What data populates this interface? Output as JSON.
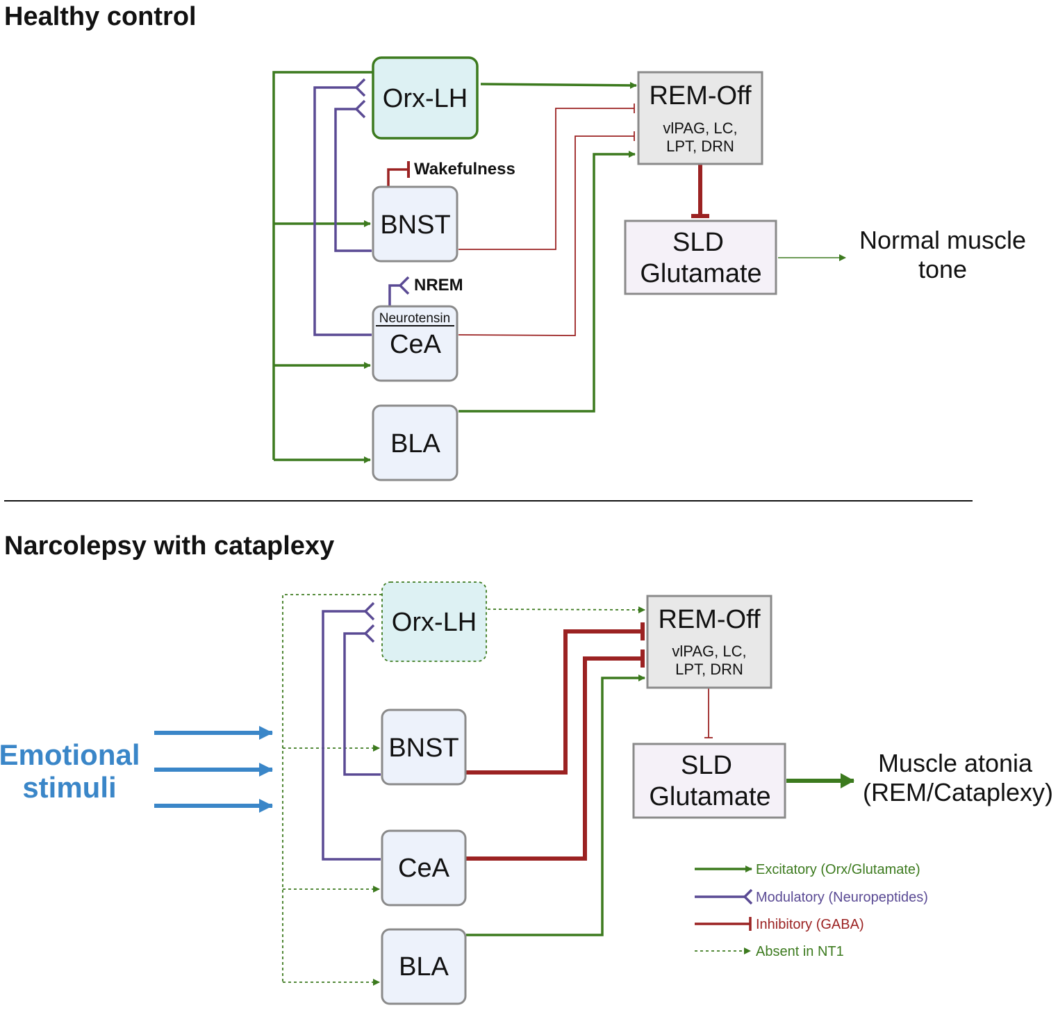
{
  "colors": {
    "excitatory": "#3c7a1e",
    "modulatory": "#5a4a94",
    "inhibitory": "#9b2222",
    "emotional": "#3a86c8",
    "node_border": "#8a8a8a",
    "node_fill": "#edf2fb",
    "orx_fill": "#ddf1f3",
    "remoff_fill": "#e8e8e8",
    "sld_fill": "#f5f1f8"
  },
  "healthy": {
    "title": "Healthy control",
    "nodes": {
      "orx": "Orx-LH",
      "bnst": "BNST",
      "cea_tag": "Neurotensin",
      "cea": "CeA",
      "bla": "BLA",
      "remoff_title": "REM-Off",
      "remoff_sub1": "vlPAG, LC,",
      "remoff_sub2": "LPT, DRN",
      "sld1": "SLD",
      "sld2": "Glutamate"
    },
    "wakefulness": "Wakefulness",
    "nrem": "NREM",
    "outcome1": "Normal muscle",
    "outcome2": "tone"
  },
  "narcolepsy": {
    "title": "Narcolepsy with cataplexy",
    "nodes": {
      "orx": "Orx-LH",
      "bnst": "BNST",
      "cea": "CeA",
      "bla": "BLA",
      "remoff_title": "REM-Off",
      "remoff_sub1": "vlPAG, LC,",
      "remoff_sub2": "LPT, DRN",
      "sld1": "SLD",
      "sld2": "Glutamate"
    },
    "emotional1": "Emotional",
    "emotional2": "stimuli",
    "outcome1": "Muscle atonia",
    "outcome2": "(REM/Cataplexy)"
  },
  "legend": {
    "excitatory": "Excitatory (Orx/Glutamate)",
    "modulatory": "Modulatory (Neuropeptides)",
    "inhibitory": "Inhibitory (GABA)",
    "absent": "Absent in NT1"
  }
}
